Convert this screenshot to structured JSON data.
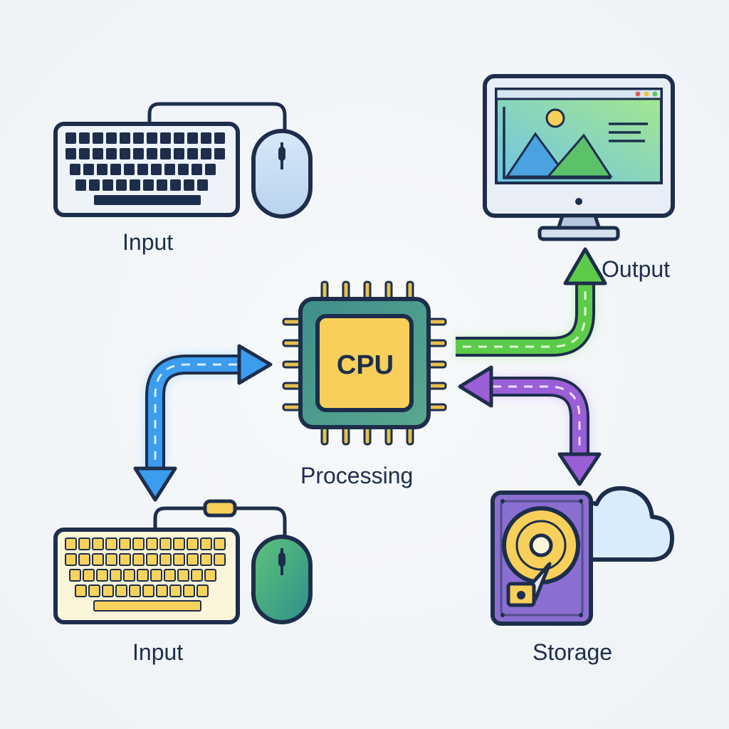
{
  "labels": {
    "input_top": "Input",
    "output": "Output",
    "processing": "Processing",
    "cpu": "CPU",
    "input_bottom": "Input",
    "storage": "Storage"
  },
  "icons": {
    "input_top": [
      "keyboard-icon",
      "mouse-icon"
    ],
    "output": [
      "monitor-icon"
    ],
    "processing": [
      "cpu-chip-icon"
    ],
    "input_bottom": [
      "keyboard-icon",
      "mouse-icon"
    ],
    "storage": [
      "hard-drive-icon",
      "cloud-icon"
    ]
  },
  "colors": {
    "outline": "#1d2e4c",
    "cpu_core": "#f7cf5a",
    "cpu_board": "#4a9a8e",
    "arrow_input": "#3b9cf0",
    "arrow_output": "#5ccb4a",
    "arrow_storage": "#9a5fd6",
    "storage_case": "#8a6fd0",
    "screen": "#8fd48a"
  },
  "connections": [
    {
      "from": "input_bottom",
      "to": "processing",
      "direction": "both",
      "color": "arrow_input"
    },
    {
      "from": "processing",
      "to": "output",
      "direction": "forward",
      "color": "arrow_output"
    },
    {
      "from": "processing",
      "to": "storage",
      "direction": "both",
      "color": "arrow_storage"
    }
  ]
}
